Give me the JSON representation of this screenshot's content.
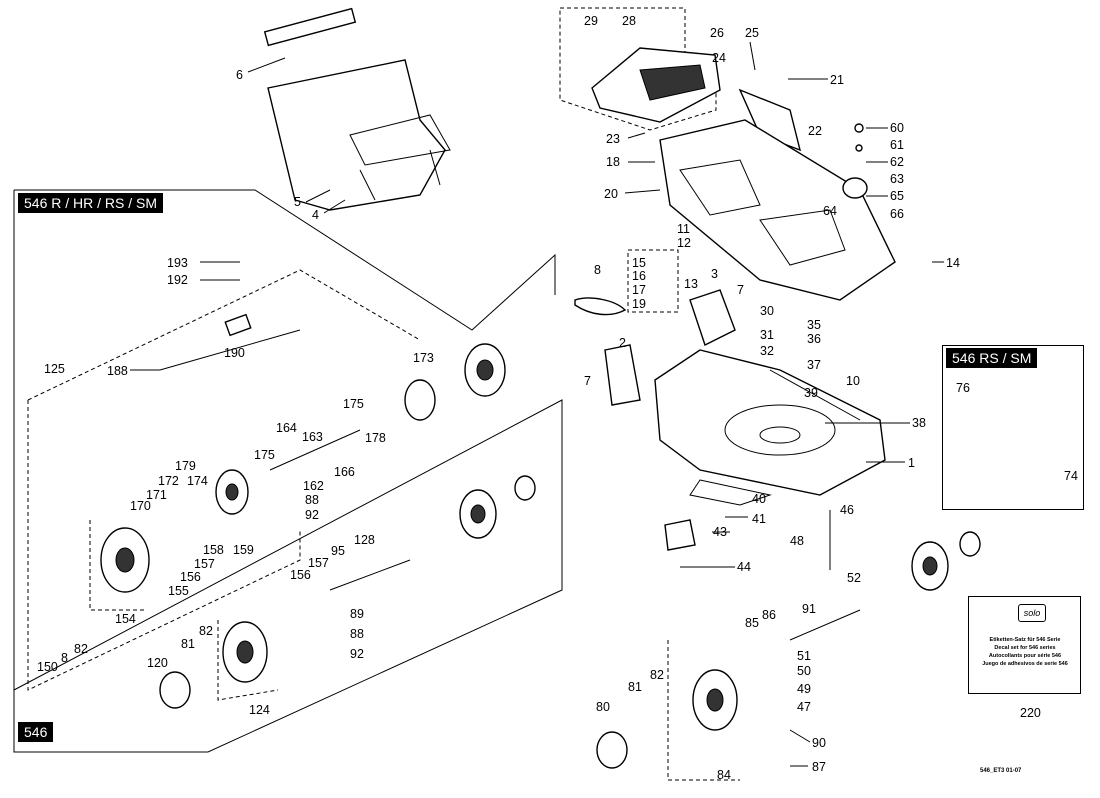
{
  "tags": {
    "r_hr_rs_sm": "546 R / HR / RS / SM",
    "base": "546",
    "rs_sm": "546 RS / SM"
  },
  "kit": {
    "logo": "solo",
    "text": "Etiketten-Satz für 546 Serie\nDecal set for 546 series\nAutocollants pour série 546\nJuego de adhesivos de serie 546"
  },
  "footer": "546_ET3 01-07",
  "labels": [
    {
      "id": "l6",
      "text": "6"
    },
    {
      "id": "l5",
      "text": "5"
    },
    {
      "id": "l4",
      "text": "4"
    },
    {
      "id": "l29",
      "text": "29"
    },
    {
      "id": "l28",
      "text": "28"
    },
    {
      "id": "l26",
      "text": "26"
    },
    {
      "id": "l25",
      "text": "25"
    },
    {
      "id": "l24",
      "text": "24"
    },
    {
      "id": "l21",
      "text": "21"
    },
    {
      "id": "l22",
      "text": "22"
    },
    {
      "id": "l23",
      "text": "23"
    },
    {
      "id": "l18",
      "text": "18"
    },
    {
      "id": "l20",
      "text": "20"
    },
    {
      "id": "l60",
      "text": "60"
    },
    {
      "id": "l61",
      "text": "61"
    },
    {
      "id": "l62",
      "text": "62"
    },
    {
      "id": "l63",
      "text": "63"
    },
    {
      "id": "l65",
      "text": "65"
    },
    {
      "id": "l64",
      "text": "64"
    },
    {
      "id": "l66",
      "text": "66"
    },
    {
      "id": "l11",
      "text": "11"
    },
    {
      "id": "l12",
      "text": "12"
    },
    {
      "id": "l14",
      "text": "14"
    },
    {
      "id": "l15",
      "text": "15"
    },
    {
      "id": "l16",
      "text": "16"
    },
    {
      "id": "l17",
      "text": "17"
    },
    {
      "id": "l19",
      "text": "19"
    },
    {
      "id": "l13",
      "text": "13"
    },
    {
      "id": "l8",
      "text": "8"
    },
    {
      "id": "l3",
      "text": "3"
    },
    {
      "id": "l7a",
      "text": "7"
    },
    {
      "id": "l30",
      "text": "30"
    },
    {
      "id": "l35",
      "text": "35"
    },
    {
      "id": "l31",
      "text": "31"
    },
    {
      "id": "l36",
      "text": "36"
    },
    {
      "id": "l32",
      "text": "32"
    },
    {
      "id": "l37",
      "text": "37"
    },
    {
      "id": "l39",
      "text": "39"
    },
    {
      "id": "l10",
      "text": "10"
    },
    {
      "id": "l2",
      "text": "2"
    },
    {
      "id": "l7b",
      "text": "7"
    },
    {
      "id": "l38",
      "text": "38"
    },
    {
      "id": "l1",
      "text": "1"
    },
    {
      "id": "l40",
      "text": "40"
    },
    {
      "id": "l41",
      "text": "41"
    },
    {
      "id": "l43",
      "text": "43"
    },
    {
      "id": "l46",
      "text": "46"
    },
    {
      "id": "l48",
      "text": "48"
    },
    {
      "id": "l44",
      "text": "44"
    },
    {
      "id": "l52",
      "text": "52"
    },
    {
      "id": "l91",
      "text": "91"
    },
    {
      "id": "l85",
      "text": "85"
    },
    {
      "id": "l86",
      "text": "86"
    },
    {
      "id": "l51",
      "text": "51"
    },
    {
      "id": "l50",
      "text": "50"
    },
    {
      "id": "l49",
      "text": "49"
    },
    {
      "id": "l47",
      "text": "47"
    },
    {
      "id": "l80",
      "text": "80"
    },
    {
      "id": "l81a",
      "text": "81"
    },
    {
      "id": "l82a",
      "text": "82"
    },
    {
      "id": "l90",
      "text": "90"
    },
    {
      "id": "l87",
      "text": "87"
    },
    {
      "id": "l84",
      "text": "84"
    },
    {
      "id": "l76",
      "text": "76"
    },
    {
      "id": "l74",
      "text": "74"
    },
    {
      "id": "l220",
      "text": "220"
    },
    {
      "id": "l193",
      "text": "193"
    },
    {
      "id": "l192",
      "text": "192"
    },
    {
      "id": "l190",
      "text": "190"
    },
    {
      "id": "l125",
      "text": "125"
    },
    {
      "id": "l188",
      "text": "188"
    },
    {
      "id": "l173",
      "text": "173"
    },
    {
      "id": "l175a",
      "text": "175"
    },
    {
      "id": "l164",
      "text": "164"
    },
    {
      "id": "l163",
      "text": "163"
    },
    {
      "id": "l178",
      "text": "178"
    },
    {
      "id": "l175b",
      "text": "175"
    },
    {
      "id": "l166",
      "text": "166"
    },
    {
      "id": "l179",
      "text": "179"
    },
    {
      "id": "l172",
      "text": "172"
    },
    {
      "id": "l174",
      "text": "174"
    },
    {
      "id": "l171",
      "text": "171"
    },
    {
      "id": "l170",
      "text": "170"
    },
    {
      "id": "l162",
      "text": "162"
    },
    {
      "id": "l88a",
      "text": "88"
    },
    {
      "id": "l92a",
      "text": "92"
    },
    {
      "id": "l158",
      "text": "158"
    },
    {
      "id": "l159",
      "text": "159"
    },
    {
      "id": "l157a",
      "text": "157"
    },
    {
      "id": "l156a",
      "text": "156"
    },
    {
      "id": "l155",
      "text": "155"
    },
    {
      "id": "l154",
      "text": "154"
    },
    {
      "id": "l150",
      "text": "150"
    },
    {
      "id": "l8b",
      "text": "8"
    },
    {
      "id": "l82b",
      "text": "82"
    },
    {
      "id": "l128",
      "text": "128"
    },
    {
      "id": "l95",
      "text": "95"
    },
    {
      "id": "l157b",
      "text": "157"
    },
    {
      "id": "l156b",
      "text": "156"
    },
    {
      "id": "l89",
      "text": "89"
    },
    {
      "id": "l88b",
      "text": "88"
    },
    {
      "id": "l92b",
      "text": "92"
    },
    {
      "id": "l120",
      "text": "120"
    },
    {
      "id": "l81b",
      "text": "81"
    },
    {
      "id": "l82c",
      "text": "82"
    },
    {
      "id": "l124",
      "text": "124"
    }
  ]
}
